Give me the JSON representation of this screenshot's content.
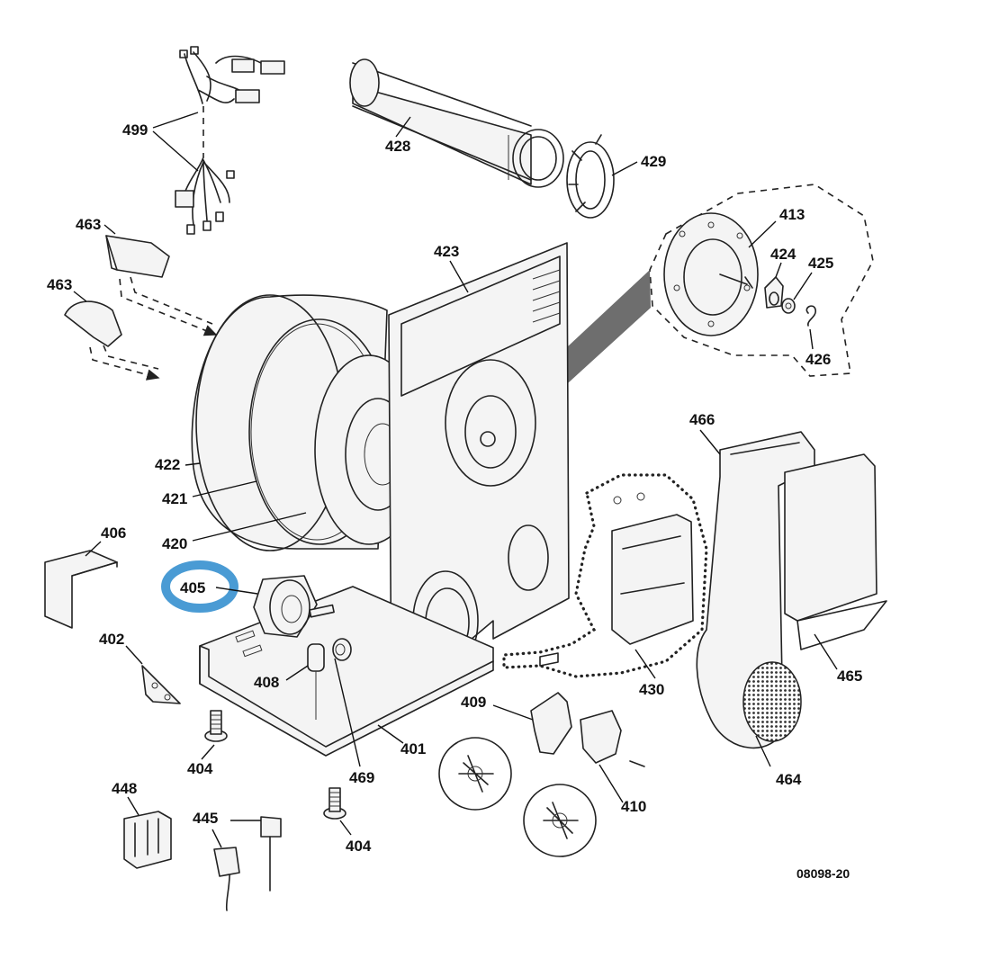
{
  "parts": {
    "p401": "401",
    "p402": "402",
    "p404a": "404",
    "p404b": "404",
    "p405": "405",
    "p406": "406",
    "p408": "408",
    "p409": "409",
    "p410": "410",
    "p413": "413",
    "p420": "420",
    "p421": "421",
    "p422": "422",
    "p423": "423",
    "p424": "424",
    "p425": "425",
    "p426": "426",
    "p428": "428",
    "p429": "429",
    "p430": "430",
    "p445": "445",
    "p448": "448",
    "p463a": "463",
    "p463b": "463",
    "p464": "464",
    "p465": "465",
    "p466": "466",
    "p469": "469",
    "p499": "499"
  },
  "diagram_code": "08098-20",
  "highlight": {
    "part": "405",
    "color": "#4a9bd4"
  }
}
